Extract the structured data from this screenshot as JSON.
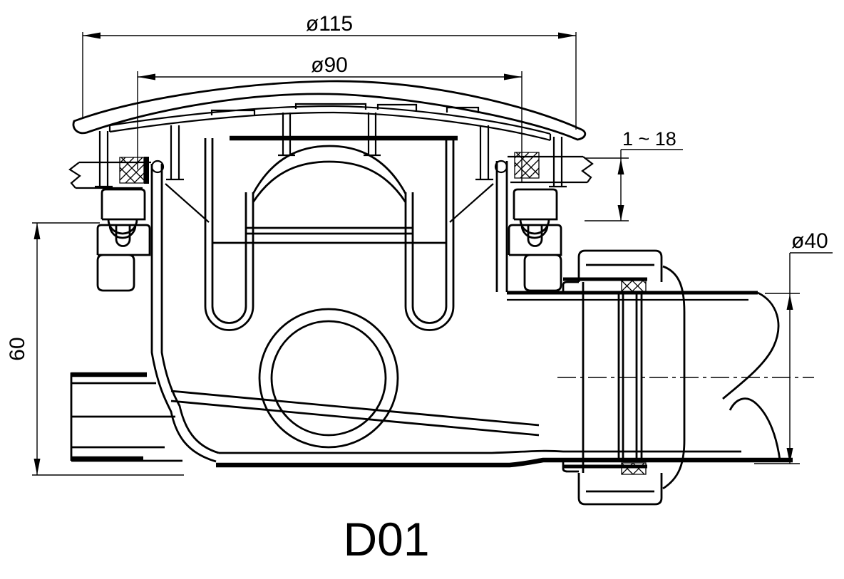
{
  "drawing": {
    "model_label": "D01",
    "dimensions": {
      "top_diameter": "ø115",
      "grate_diameter": "ø90",
      "tray_thickness_range": "1 ~ 18",
      "body_height": "60",
      "outlet_diameter": "ø40"
    },
    "colors": {
      "line": "#000000",
      "background": "#ffffff"
    }
  }
}
